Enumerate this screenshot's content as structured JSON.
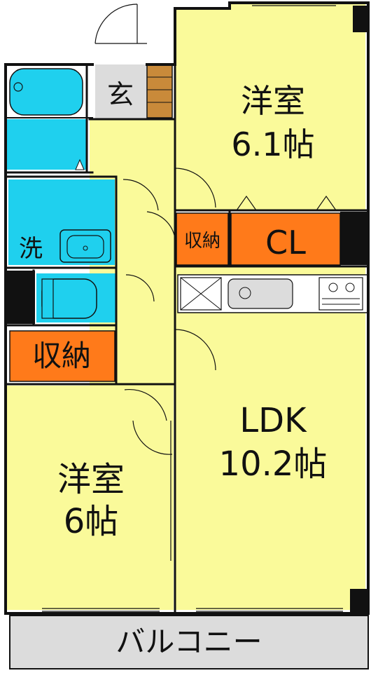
{
  "rooms": {
    "western_room_1": {
      "name": "洋室",
      "size": "6.1帖"
    },
    "western_room_2": {
      "name": "洋室",
      "size": "6帖"
    },
    "ldk": {
      "name": "LDK",
      "size": "10.2帖"
    },
    "entrance": {
      "label": "玄"
    },
    "laundry": {
      "label": "洗"
    },
    "storage_small": {
      "label": "収納"
    },
    "storage_west": {
      "label": "収納"
    },
    "closet": {
      "label": "CL"
    },
    "balcony": {
      "label": "バルコニー"
    }
  },
  "colors": {
    "room_fill": "#fafa9a",
    "wet_area_fill": "#1fd0ee",
    "storage_fill": "#ff7a1a",
    "entrance_fill": "#dcdcdc",
    "balcony_fill": "#dcdcdc",
    "wall": "#111111"
  }
}
